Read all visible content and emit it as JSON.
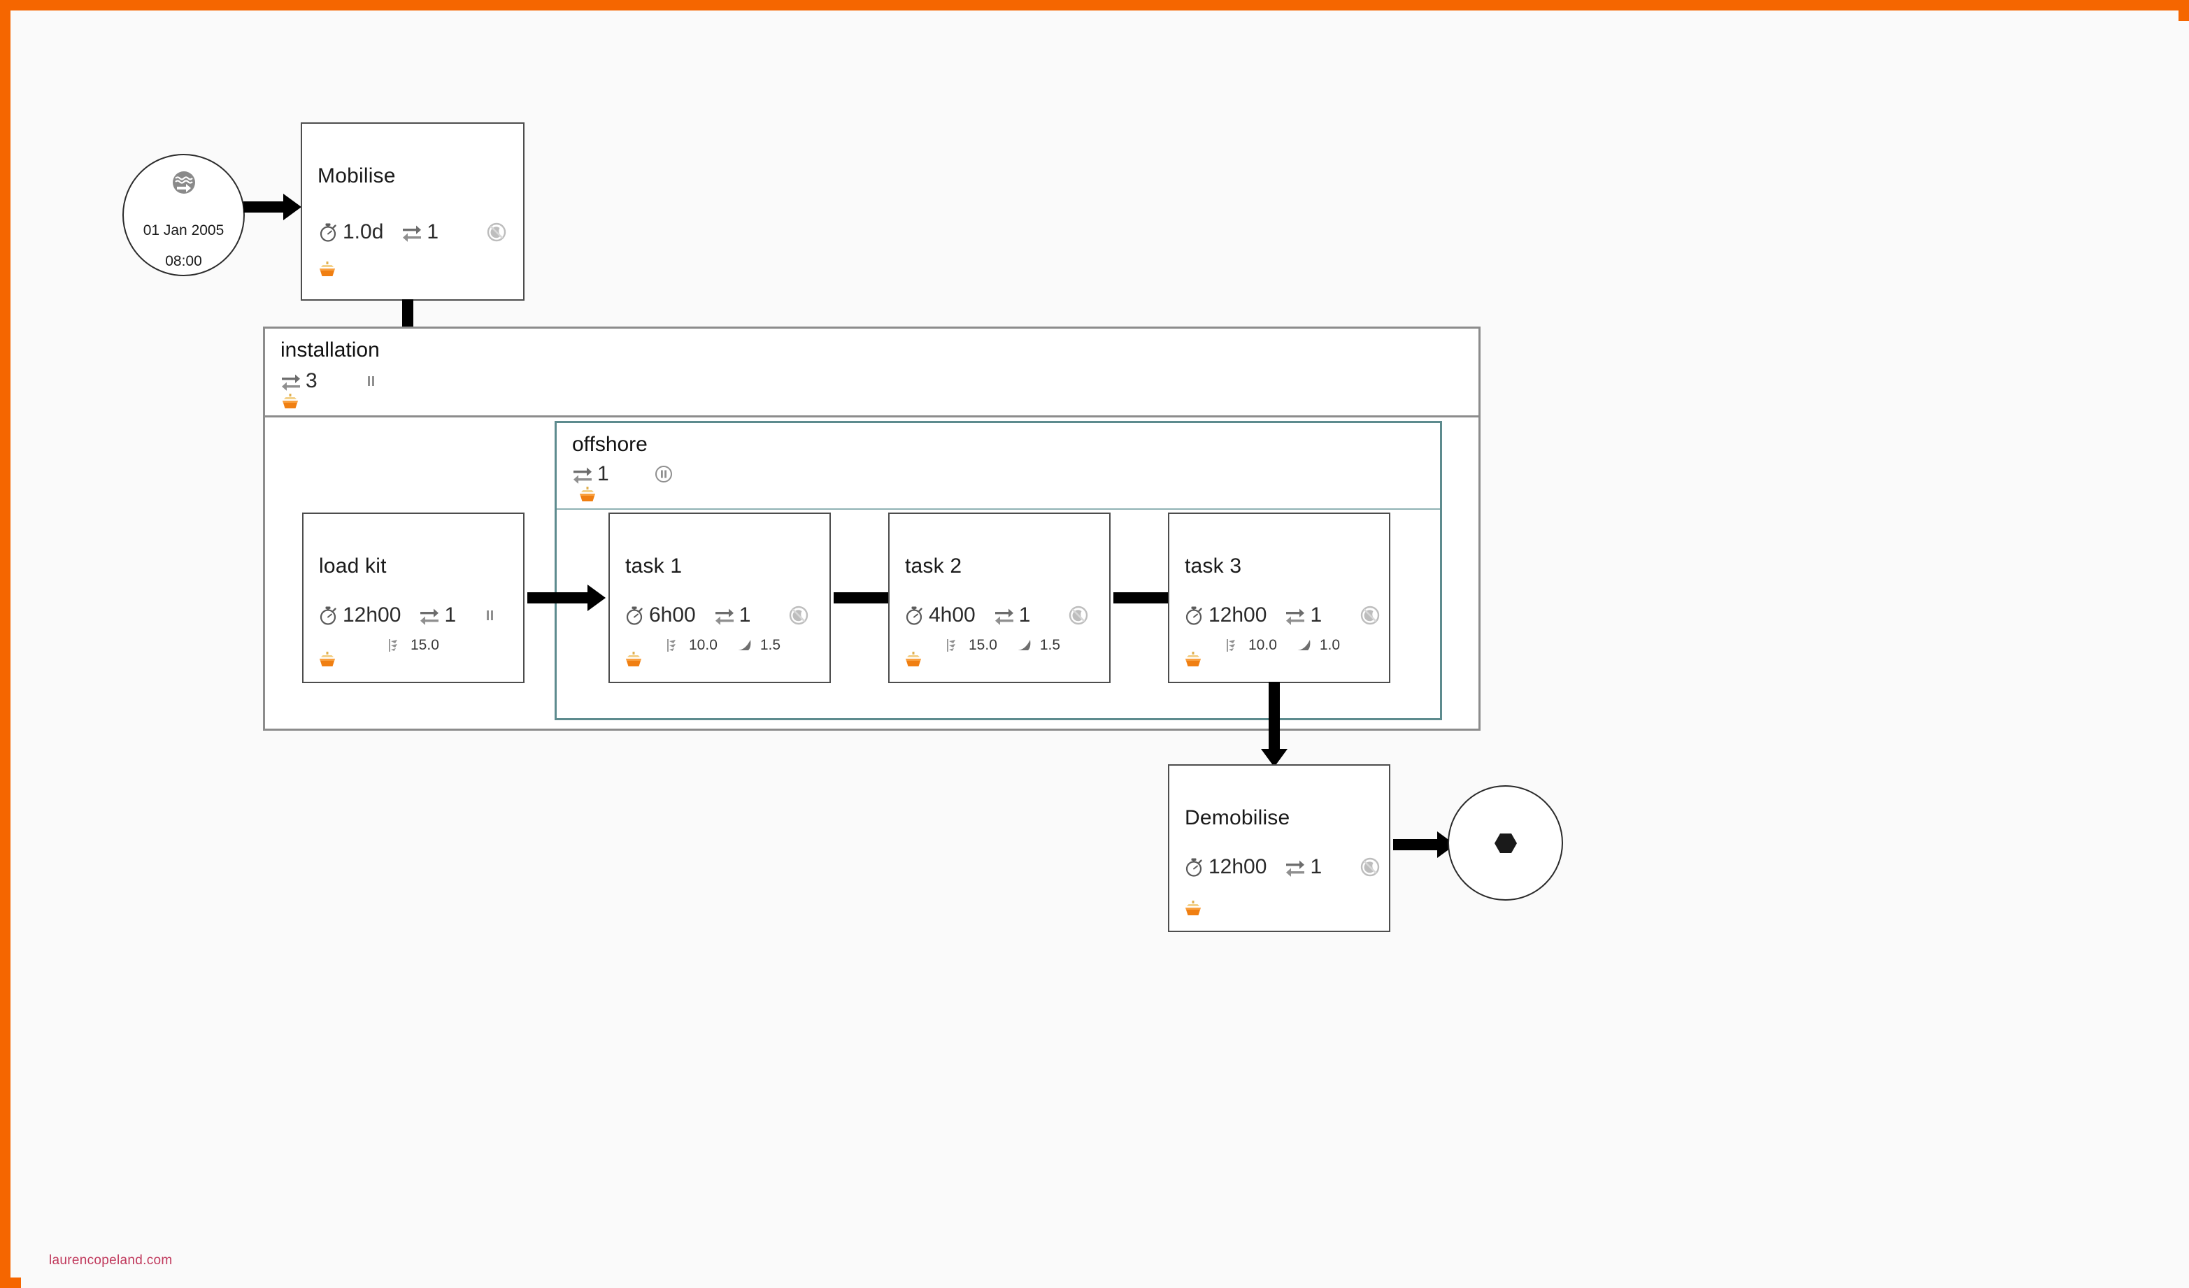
{
  "diagram": {
    "type": "offshore-installation-workflow",
    "watermark": "laurencopeland.com",
    "accent_color": "#f56600",
    "group_border_color": "#8c8c8c",
    "offshore_border_color": "#5d8b8e",
    "canvas_background": "#fafafa"
  },
  "start_node": {
    "icon": "vessel-waves-arrow-icon",
    "date": "01 Jan 2005",
    "time": "08:00"
  },
  "end_node": {
    "icon": "hexagon-terminator-icon"
  },
  "nodes": {
    "mobilise": {
      "title": "Mobilise",
      "duration": "1.0d",
      "repeat": "1",
      "night_icon": "no-night-work-icon",
      "vessel_icon": "vessel-icon"
    },
    "load_kit": {
      "title": "load kit",
      "duration": "12h00",
      "repeat": "1",
      "pause_icon": "pause-icon",
      "wind": "15.0",
      "vessel_icon": "vessel-icon"
    },
    "task1": {
      "title": "task 1",
      "duration": "6h00",
      "repeat": "1",
      "night_icon": "no-night-work-icon",
      "wind": "10.0",
      "wave": "1.5",
      "vessel_icon": "vessel-icon"
    },
    "task2": {
      "title": "task 2",
      "duration": "4h00",
      "repeat": "1",
      "night_icon": "no-night-work-icon",
      "wind": "15.0",
      "wave": "1.5",
      "vessel_icon": "vessel-icon"
    },
    "task3": {
      "title": "task 3",
      "duration": "12h00",
      "repeat": "1",
      "night_icon": "no-night-work-icon",
      "wind": "10.0",
      "wave": "1.0",
      "vessel_icon": "vessel-icon"
    },
    "demobilise": {
      "title": "Demobilise",
      "duration": "12h00",
      "repeat": "1",
      "night_icon": "no-night-work-icon",
      "vessel_icon": "vessel-icon"
    }
  },
  "groups": {
    "installation": {
      "title": "installation",
      "repeat": "3",
      "pause_icon": "pause-icon",
      "vessel_icon": "vessel-icon"
    },
    "offshore": {
      "title": "offshore",
      "repeat": "1",
      "pause_icon": "pause-circle-icon",
      "vessel_icon": "vessel-icon"
    }
  }
}
